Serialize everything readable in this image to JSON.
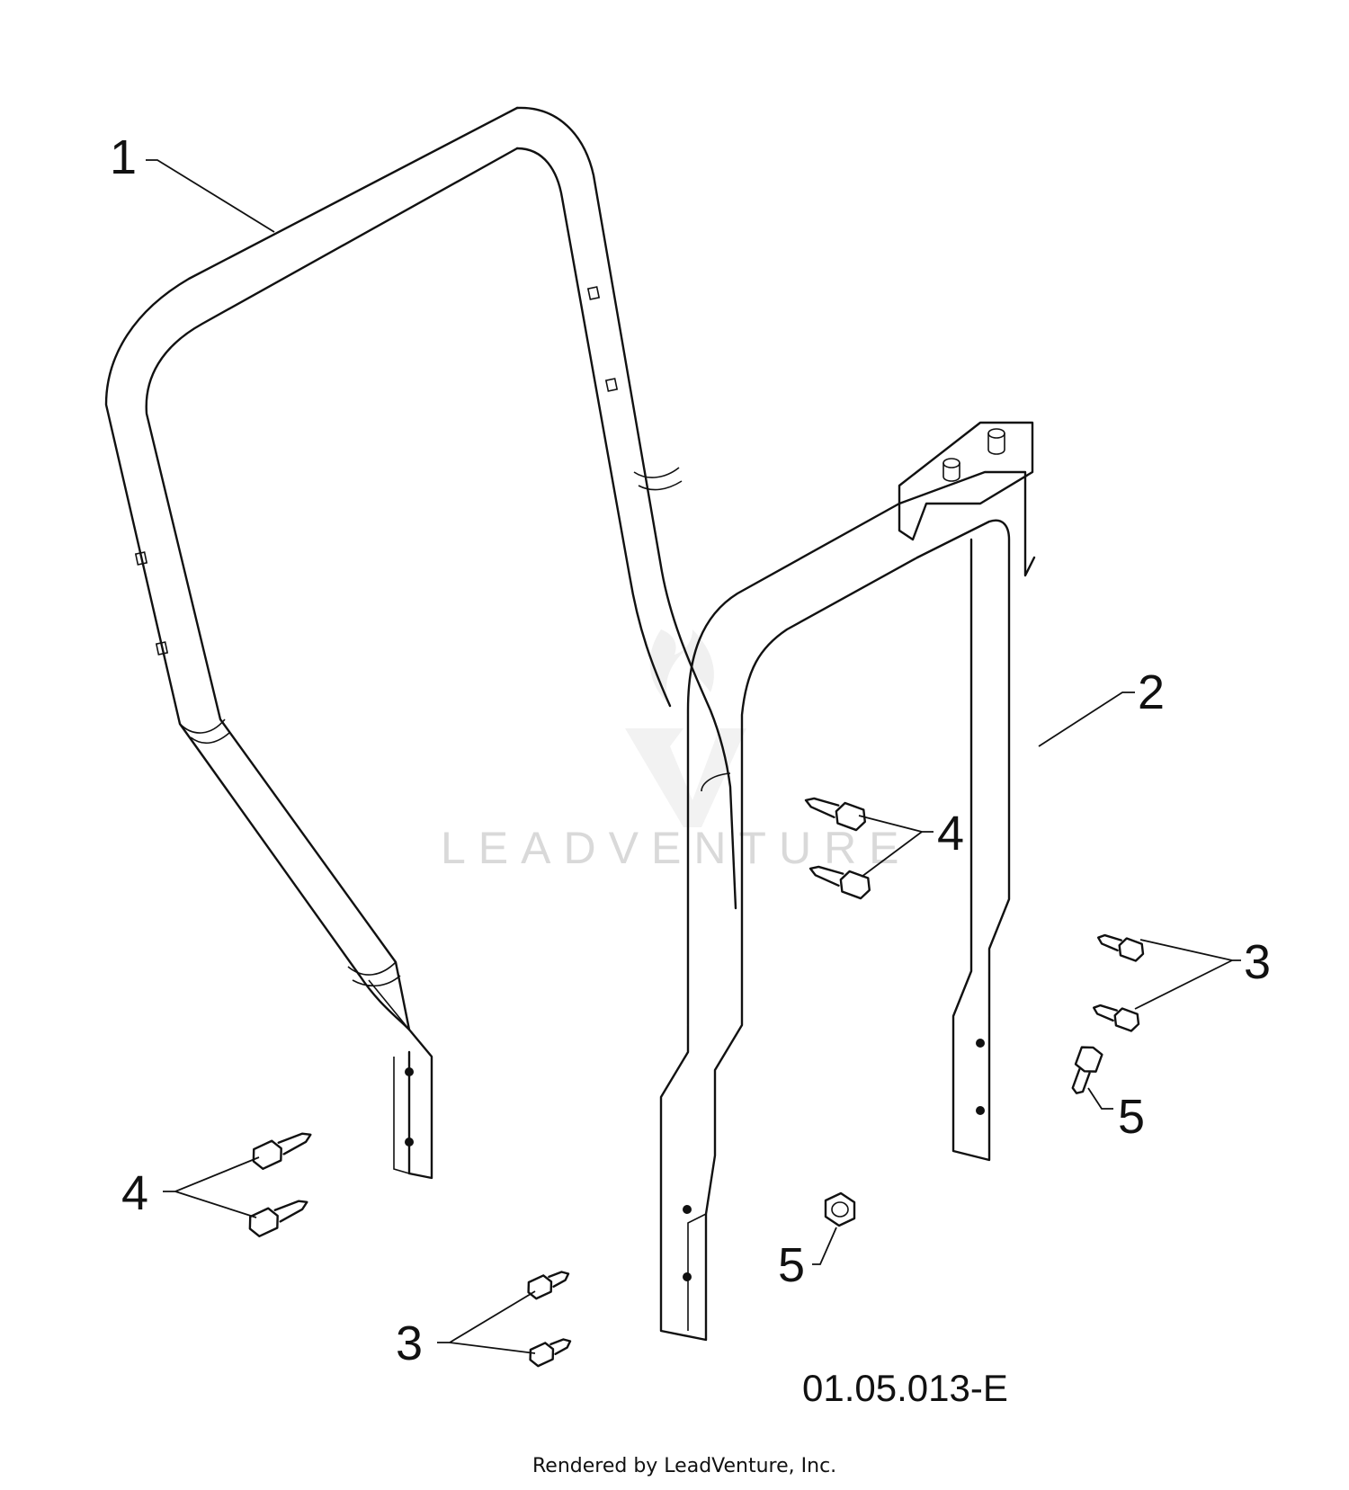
{
  "callouts": {
    "part_1": "1",
    "part_2": "2",
    "part_3_right": "3",
    "part_3_bottom": "3",
    "part_4_left": "4",
    "part_4_center": "4",
    "part_5_right": "5",
    "part_5_bottom": "5"
  },
  "diagram_code": "01.05.013-E",
  "credit": "Rendered by LeadVenture, Inc.",
  "watermark": "LEADVENTURE"
}
